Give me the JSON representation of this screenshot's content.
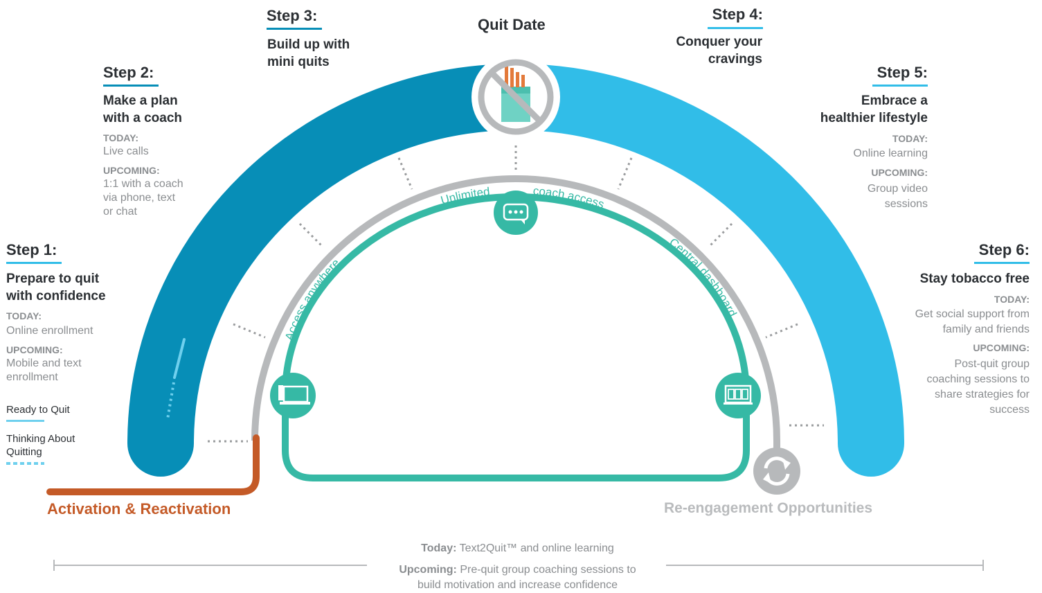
{
  "colors": {
    "dark_blue": "#078eb7",
    "light_blue": "#31bde8",
    "grey": "#b7b9bb",
    "teal": "#36b9a5",
    "orange": "#c45a27",
    "text_dark": "#2b2f33",
    "text_grey": "#8a8d90"
  },
  "quit_date": "Quit Date",
  "steps": [
    {
      "heading": "Step 1:",
      "title": [
        "Prepare to quit",
        "with confidence"
      ],
      "today_label": "TODAY:",
      "today": [
        "Online enrollment"
      ],
      "upcoming_label": "UPCOMING:",
      "upcoming": [
        "Mobile and text",
        "enrollment"
      ]
    },
    {
      "heading": "Step 2:",
      "title": [
        "Make a plan",
        "with a coach"
      ],
      "today_label": "TODAY:",
      "today": [
        "Live calls"
      ],
      "upcoming_label": "UPCOMING:",
      "upcoming": [
        "1:1 with a coach",
        "via phone, text",
        "or chat"
      ]
    },
    {
      "heading": "Step 3:",
      "title": [
        "Build up with",
        "mini quits"
      ]
    },
    {
      "heading": "Step 4:",
      "title": [
        "Conquer your",
        "cravings"
      ]
    },
    {
      "heading": "Step 5:",
      "title": [
        "Embrace a",
        "healthier lifestyle"
      ],
      "today_label": "TODAY:",
      "today": [
        "Online learning"
      ],
      "upcoming_label": "UPCOMING:",
      "upcoming": [
        "Group video",
        "sessions"
      ]
    },
    {
      "heading": "Step 6:",
      "title": [
        "Stay tobacco free"
      ],
      "today_label": "TODAY:",
      "today": [
        "Get social support from",
        "family and friends"
      ],
      "upcoming_label": "UPCOMING:",
      "upcoming": [
        "Post-quit group",
        "coaching sessions to",
        "share strategies for",
        "success"
      ]
    }
  ],
  "legend": {
    "ready": "Ready to Quit",
    "thinking": [
      "Thinking About",
      "Quitting"
    ]
  },
  "arc_labels": {
    "unlimited": "Unlimited",
    "coach_access": "coach access",
    "access_anywhere": "Access anywhere",
    "central_dashboard": "Central dashboard"
  },
  "activation": "Activation & Reactivation",
  "reengagement": "Re-engagement Opportunities",
  "bottom": {
    "today_label": "Today:",
    "today_text": "Text2Quit™ and online learning",
    "upcoming_label": "Upcoming:",
    "upcoming_line1": "Pre-quit group coaching sessions to",
    "upcoming_line2": "build motivation and increase confidence"
  },
  "icons": [
    "no-smoking-icon",
    "chat-bubble-icon",
    "laptop-icon",
    "dashboard-monitor-icon",
    "refresh-icon"
  ]
}
